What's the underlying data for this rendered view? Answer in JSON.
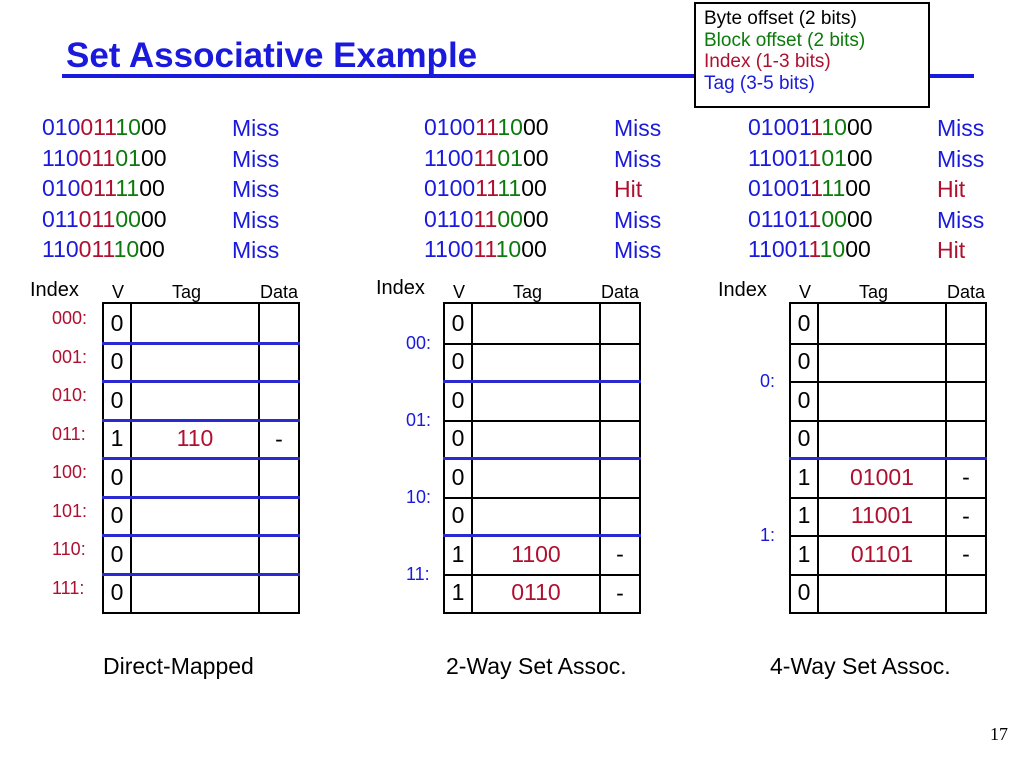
{
  "title": "Set Associative Example",
  "legend": {
    "items": [
      {
        "text": "Byte offset (2 bits)",
        "color": "#000000"
      },
      {
        "text": "Block offset (2 bits)",
        "color": "#0c7a0c"
      },
      {
        "text": "Index (1-3 bits)",
        "color": "#b01030"
      },
      {
        "text": "Tag (3-5 bits)",
        "color": "#1a1adc"
      }
    ]
  },
  "colors": {
    "title": "#1a1adc",
    "rule": "#1a1adc",
    "tag": "#1a1adc",
    "index": "#b01030",
    "block": "#0c7a0c",
    "byte": "#000000",
    "miss": "#1a1adc",
    "hit": "#b01030",
    "set_separator": "#2a2ad0",
    "index_label": "#b01030",
    "index_label_set": "#1a1adc"
  },
  "configs": [
    {
      "id": "direct",
      "caption": "Direct-Mapped",
      "accesses": [
        {
          "segments": [
            [
              "010",
              "tag"
            ],
            [
              "011",
              "index"
            ],
            [
              "10",
              "block"
            ],
            [
              "00",
              "byte"
            ]
          ],
          "result": "Miss"
        },
        {
          "segments": [
            [
              "110",
              "tag"
            ],
            [
              "011",
              "index"
            ],
            [
              "01",
              "block"
            ],
            [
              "00",
              "byte"
            ]
          ],
          "result": "Miss"
        },
        {
          "segments": [
            [
              "010",
              "tag"
            ],
            [
              "011",
              "index"
            ],
            [
              "11",
              "block"
            ],
            [
              "00",
              "byte"
            ]
          ],
          "result": "Miss"
        },
        {
          "segments": [
            [
              "011",
              "tag"
            ],
            [
              "011",
              "index"
            ],
            [
              "00",
              "block"
            ],
            [
              "00",
              "byte"
            ]
          ],
          "result": "Miss"
        },
        {
          "segments": [
            [
              "110",
              "tag"
            ],
            [
              "011",
              "index"
            ],
            [
              "10",
              "block"
            ],
            [
              "00",
              "byte"
            ]
          ],
          "result": "Miss"
        }
      ],
      "headers": {
        "index": "Index",
        "v": "V",
        "tag": "Tag",
        "data": "Data"
      },
      "index_labels": [
        "000:",
        "001:",
        "010:",
        "011:",
        "100:",
        "101:",
        "110:",
        "111:"
      ],
      "rows": [
        {
          "v": "0",
          "tag": "",
          "data": ""
        },
        {
          "v": "0",
          "tag": "",
          "data": ""
        },
        {
          "v": "0",
          "tag": "",
          "data": ""
        },
        {
          "v": "1",
          "tag": "110",
          "data": "-"
        },
        {
          "v": "0",
          "tag": "",
          "data": ""
        },
        {
          "v": "0",
          "tag": "",
          "data": ""
        },
        {
          "v": "0",
          "tag": "",
          "data": ""
        },
        {
          "v": "0",
          "tag": "",
          "data": ""
        }
      ]
    },
    {
      "id": "two-way",
      "caption": "2-Way Set Assoc.",
      "accesses": [
        {
          "segments": [
            [
              "0100",
              "tag"
            ],
            [
              "11",
              "index"
            ],
            [
              "10",
              "block"
            ],
            [
              "00",
              "byte"
            ]
          ],
          "result": "Miss"
        },
        {
          "segments": [
            [
              "1100",
              "tag"
            ],
            [
              "11",
              "index"
            ],
            [
              "01",
              "block"
            ],
            [
              "00",
              "byte"
            ]
          ],
          "result": "Miss"
        },
        {
          "segments": [
            [
              "0100",
              "tag"
            ],
            [
              "11",
              "index"
            ],
            [
              "11",
              "block"
            ],
            [
              "00",
              "byte"
            ]
          ],
          "result": "Hit"
        },
        {
          "segments": [
            [
              "0110",
              "tag"
            ],
            [
              "11",
              "index"
            ],
            [
              "00",
              "block"
            ],
            [
              "00",
              "byte"
            ]
          ],
          "result": "Miss"
        },
        {
          "segments": [
            [
              "1100",
              "tag"
            ],
            [
              "11",
              "index"
            ],
            [
              "10",
              "block"
            ],
            [
              "00",
              "byte"
            ]
          ],
          "result": "Miss"
        }
      ],
      "headers": {
        "index": "Index",
        "v": "V",
        "tag": "Tag",
        "data": "Data"
      },
      "index_labels": [
        "00:",
        "01:",
        "10:",
        "11:"
      ],
      "rows": [
        {
          "v": "0",
          "tag": "",
          "data": ""
        },
        {
          "v": "0",
          "tag": "",
          "data": ""
        },
        {
          "v": "0",
          "tag": "",
          "data": ""
        },
        {
          "v": "0",
          "tag": "",
          "data": ""
        },
        {
          "v": "0",
          "tag": "",
          "data": ""
        },
        {
          "v": "0",
          "tag": "",
          "data": ""
        },
        {
          "v": "1",
          "tag": "1100",
          "data": "-"
        },
        {
          "v": "1",
          "tag": "0110",
          "data": "-"
        }
      ]
    },
    {
      "id": "four-way",
      "caption": "4-Way Set Assoc.",
      "accesses": [
        {
          "segments": [
            [
              "01001",
              "tag"
            ],
            [
              "1",
              "index"
            ],
            [
              "10",
              "block"
            ],
            [
              "00",
              "byte"
            ]
          ],
          "result": "Miss"
        },
        {
          "segments": [
            [
              "11001",
              "tag"
            ],
            [
              "1",
              "index"
            ],
            [
              "01",
              "block"
            ],
            [
              "00",
              "byte"
            ]
          ],
          "result": "Miss"
        },
        {
          "segments": [
            [
              "01001",
              "tag"
            ],
            [
              "1",
              "index"
            ],
            [
              "11",
              "block"
            ],
            [
              "00",
              "byte"
            ]
          ],
          "result": "Hit"
        },
        {
          "segments": [
            [
              "01101",
              "tag"
            ],
            [
              "1",
              "index"
            ],
            [
              "00",
              "block"
            ],
            [
              "00",
              "byte"
            ]
          ],
          "result": "Miss"
        },
        {
          "segments": [
            [
              "11001",
              "tag"
            ],
            [
              "1",
              "index"
            ],
            [
              "10",
              "block"
            ],
            [
              "00",
              "byte"
            ]
          ],
          "result": "Hit"
        }
      ],
      "headers": {
        "index": "Index",
        "v": "V",
        "tag": "Tag",
        "data": "Data"
      },
      "index_labels": [
        "0:",
        "1:"
      ],
      "rows": [
        {
          "v": "0",
          "tag": "",
          "data": ""
        },
        {
          "v": "0",
          "tag": "",
          "data": ""
        },
        {
          "v": "0",
          "tag": "",
          "data": ""
        },
        {
          "v": "0",
          "tag": "",
          "data": ""
        },
        {
          "v": "1",
          "tag": "01001",
          "data": "-"
        },
        {
          "v": "1",
          "tag": "11001",
          "data": "-"
        },
        {
          "v": "1",
          "tag": "01101",
          "data": "-"
        },
        {
          "v": "0",
          "tag": "",
          "data": ""
        }
      ]
    }
  ],
  "page_number": "17"
}
